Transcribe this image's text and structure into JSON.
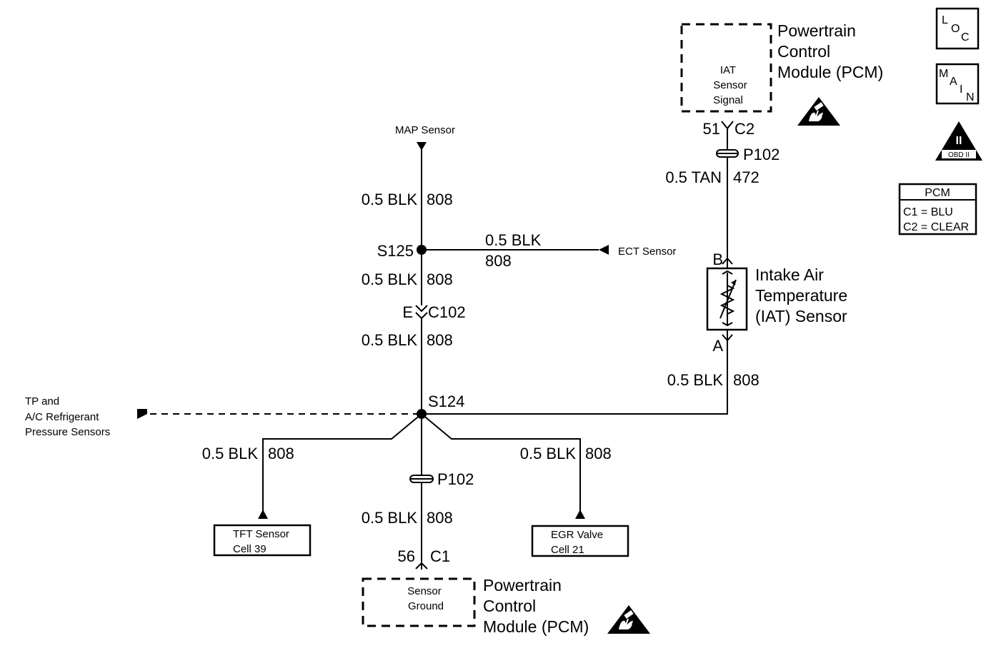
{
  "diagram": {
    "pcm_top": {
      "title_lines": [
        "Powertrain",
        "Control",
        "Module (PCM)"
      ],
      "signal_lines": [
        "IAT",
        "Sensor",
        "Signal"
      ],
      "pin": "51",
      "connector": "C2"
    },
    "pcm_bottom": {
      "title_lines": [
        "Powertrain",
        "Control",
        "Module (PCM)"
      ],
      "signal_lines": [
        "Sensor",
        "Ground"
      ],
      "pin": "56",
      "connector": "C1"
    },
    "iat_sensor": {
      "name_lines": [
        "Intake Air",
        "Temperature",
        "(IAT) Sensor"
      ],
      "pin_top": "B",
      "pin_bottom": "A"
    },
    "map_sensor": "MAP Sensor",
    "ect_sensor": "ECT Sensor",
    "tp_ac_lines": [
      "TP and",
      "A/C Refrigerant",
      "Pressure Sensors"
    ],
    "tft_box": [
      "TFT Sensor",
      "Cell 39"
    ],
    "egr_box": [
      "EGR Valve",
      "Cell 21"
    ],
    "splices": {
      "s125": "S125",
      "s124": "S124"
    },
    "c102": {
      "pin": "E",
      "name": "C102"
    },
    "p102_top": "P102",
    "p102_bottom": "P102",
    "wires": {
      "map_to_s125": {
        "size_color": "0.5 BLK",
        "circuit": "808"
      },
      "ect_branch": {
        "size_color": "0.5 BLK",
        "circuit": "808"
      },
      "s125_to_c102": {
        "size_color": "0.5 BLK",
        "circuit": "808"
      },
      "c102_to_s124": {
        "size_color": "0.5 BLK",
        "circuit": "808"
      },
      "iat_signal": {
        "size_color": "0.5 TAN",
        "circuit": "472"
      },
      "iat_ground": {
        "size_color": "0.5 BLK",
        "circuit": "808"
      },
      "tft_branch": {
        "size_color": "0.5 BLK",
        "circuit": "808"
      },
      "egr_branch": {
        "size_color": "0.5 BLK",
        "circuit": "808"
      },
      "pcm_ground": {
        "size_color": "0.5 BLK",
        "circuit": "808"
      }
    },
    "icons": {
      "loc": {
        "letters": [
          "L",
          "O",
          "C"
        ]
      },
      "main": {
        "letters": [
          "M",
          "A",
          "I",
          "N"
        ]
      },
      "obd": {
        "numeral": "II",
        "label": "OBD II"
      },
      "esd": "esd-warning-icon"
    },
    "pcm_legend": {
      "header": "PCM",
      "rows": [
        "C1 = BLU",
        "C2 = CLEAR"
      ]
    }
  }
}
